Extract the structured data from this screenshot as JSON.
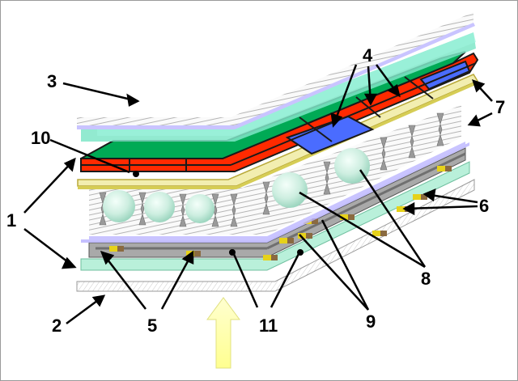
{
  "diagram": {
    "labels": {
      "polarizer_top": "3",
      "polarizer_bottom": "2",
      "alignment_layers": "1",
      "color_filters": "4",
      "tft_transistors": "5",
      "row_lines": "6",
      "glass_plates": "7",
      "spacers": "8",
      "column_lines": "9",
      "common_electrode": "10",
      "pixel_electrodes": "11"
    },
    "colors": {
      "red_filter": "#ff2a00",
      "green_filter": "#00aa55",
      "blue_filter": "#4a6cff",
      "glass": "#7fe6c8",
      "electrode": "#f2eeb0",
      "backlight_arrow": "#ffffa0"
    },
    "icons": {
      "backlight": "up-arrow-icon",
      "liquid_crystal": "twisted-helix-icon",
      "spacer": "sphere-icon",
      "transistor": "tft-chip-icon"
    }
  }
}
